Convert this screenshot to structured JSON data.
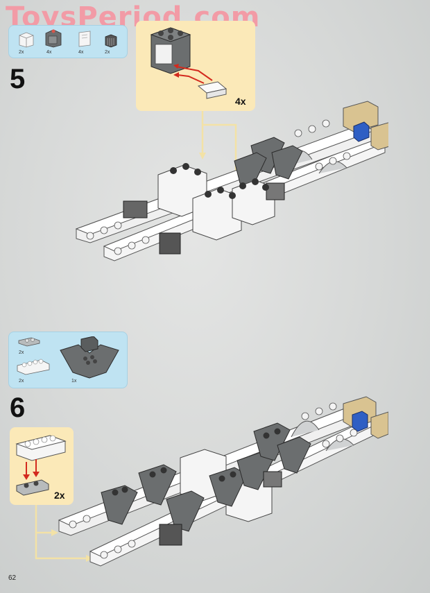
{
  "watermark": "ToysPeriod.com",
  "step5": {
    "number": "5",
    "parts": [
      {
        "qty": "2x",
        "name": "white-brick-part"
      },
      {
        "qty": "4x",
        "name": "dark-grey-container-part"
      },
      {
        "qty": "4x",
        "name": "white-door-part"
      },
      {
        "qty": "2x",
        "name": "dark-grey-grille-part"
      }
    ],
    "subassembly_multiplier": "4x"
  },
  "step6": {
    "number": "6",
    "parts": [
      {
        "qty": "2x",
        "name": "light-grey-plate-part"
      },
      {
        "qty": "2x",
        "name": "white-brick-1x4-part"
      },
      {
        "qty": "1x",
        "name": "dark-grey-wedge-part"
      }
    ],
    "subassembly_multiplier": "2x"
  },
  "page_number": "62",
  "colors": {
    "parts_box": "#bfe3f2",
    "subassembly_box": "#fbe9b8",
    "arrow_red": "#d32a1e",
    "callout_line": "#f3e2a6",
    "brick_white": "#f5f5f5",
    "brick_dark_grey": "#6b6e6f",
    "brick_tan": "#d9c391",
    "brick_blue": "#2f5fc4"
  }
}
